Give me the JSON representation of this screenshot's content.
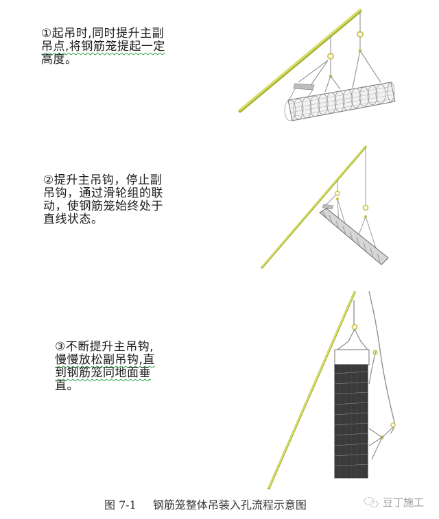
{
  "steps": [
    {
      "id": "step-1",
      "lines": [
        "①起吊时,同时提升主副",
        "吊点,将钢筋笼提起一定",
        "高度。"
      ]
    },
    {
      "id": "step-2",
      "lines": [
        "②提升主吊钩，停止副",
        "吊钩，通过滑轮组的联",
        "动，使钢筋笼始终处于",
        "直线状态。"
      ]
    },
    {
      "id": "step-3",
      "lines": [
        "③不断提升主吊钩,",
        "慢慢放松副吊钩,直",
        "到钢筋笼同地面垂",
        "直。"
      ]
    }
  ],
  "caption": {
    "figure_number": "图 7-1",
    "title": "钢筋笼整体吊装入孔流程示意图"
  },
  "watermark": {
    "icon": "wechat-logo-icon",
    "text": "豆丁施工"
  },
  "colors": {
    "boom": "#d8e06a",
    "boom_edge": "#a9b23a",
    "hook": "#e2d95a",
    "cable": "#9a9a9a",
    "cage": "#666666",
    "text": "#1a1a1a",
    "caption": "#333333",
    "watermark": "#9a9a9a"
  }
}
